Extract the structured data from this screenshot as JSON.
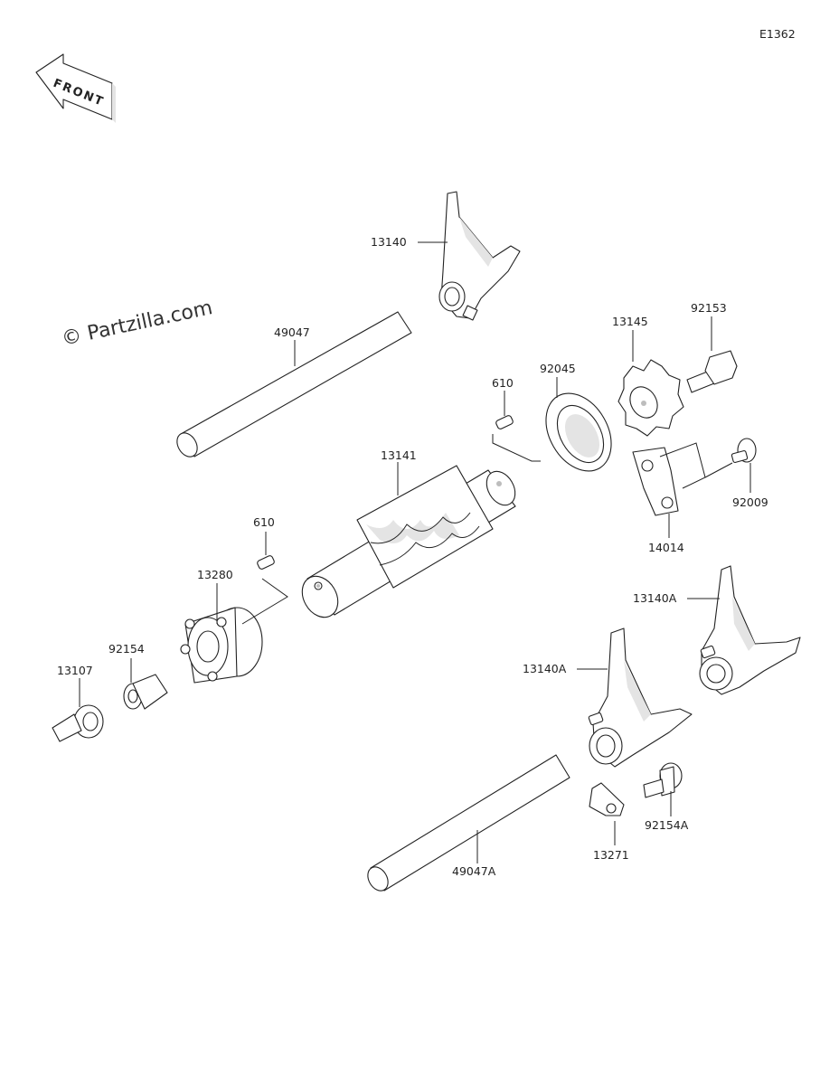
{
  "diagram_code": "E1362",
  "front_label": "FRONT",
  "watermark": "© Partzilla.com",
  "parts": {
    "fork_13140": "13140",
    "shaft_49047": "49047",
    "pin_610_upper": "610",
    "bearing_92045": "92045",
    "plate_13145": "13145",
    "bolt_92153": "92153",
    "drum_13141": "13141",
    "screw_92009": "92009",
    "holder_14014": "14014",
    "pin_610_lower": "610",
    "pin_13280": "13280",
    "fork_13140A_right": "13140A",
    "fork_13140A_left": "13140A",
    "bolt_92154": "92154",
    "cam_13107": "13107",
    "plate_13271": "13271",
    "bolt_92154A": "92154A",
    "shaft_49047A": "49047A"
  }
}
